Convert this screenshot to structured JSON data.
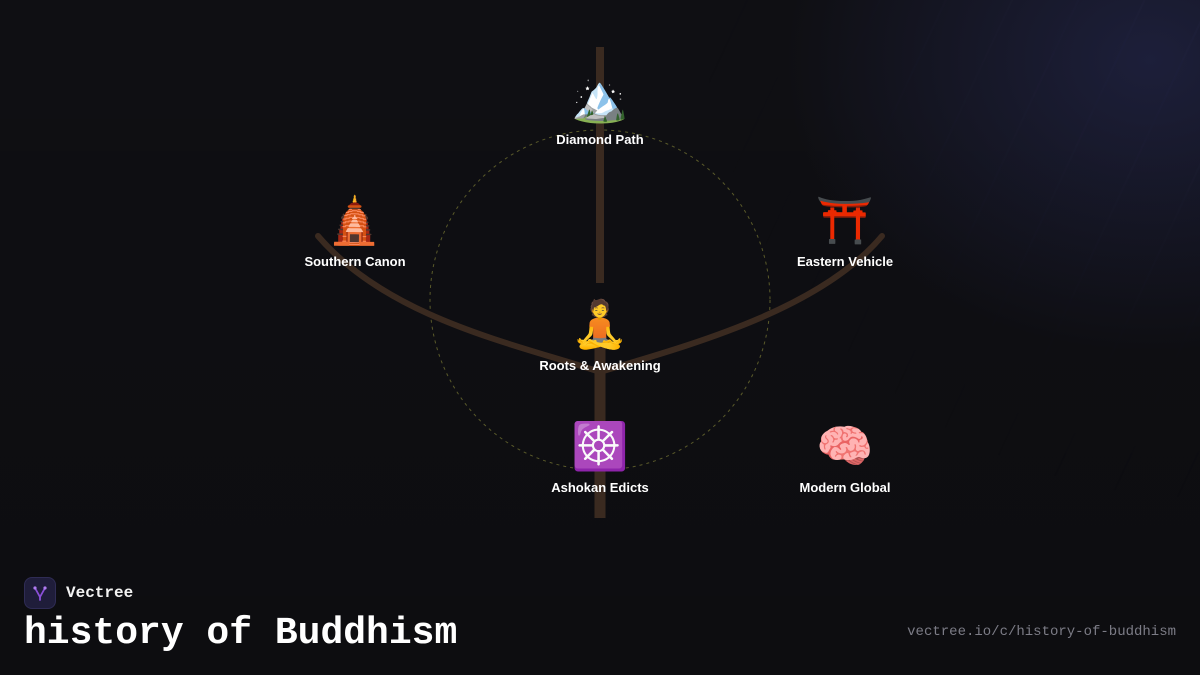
{
  "brand": {
    "name": "Vectree",
    "logo_icon": "vectree-logo-icon"
  },
  "page": {
    "title": "history of Buddhism",
    "url": "vectree.io/c/history-of-buddhism"
  },
  "colors": {
    "background": "#0f0f13",
    "branch": "#3a2a20",
    "ring": "#5a5a2a",
    "logo_accent": "#8a4fd8"
  },
  "nodes": [
    {
      "id": "diamond-path",
      "label": "Diamond Path",
      "emoji": "🏔️",
      "icon": "snow-capped-mountain-icon"
    },
    {
      "id": "southern-canon",
      "label": "Southern Canon",
      "emoji": "🛕",
      "icon": "temple-icon"
    },
    {
      "id": "eastern-vehicle",
      "label": "Eastern Vehicle",
      "emoji": "⛩️",
      "icon": "torii-gate-icon"
    },
    {
      "id": "roots-awakening",
      "label": "Roots & Awakening",
      "emoji": "🧘",
      "icon": "meditating-person-icon"
    },
    {
      "id": "ashokan-edicts",
      "label": "Ashokan Edicts",
      "emoji": "☸️",
      "icon": "dharma-wheel-icon"
    },
    {
      "id": "modern-global",
      "label": "Modern Global",
      "emoji": "🧠",
      "icon": "brain-icon"
    }
  ]
}
